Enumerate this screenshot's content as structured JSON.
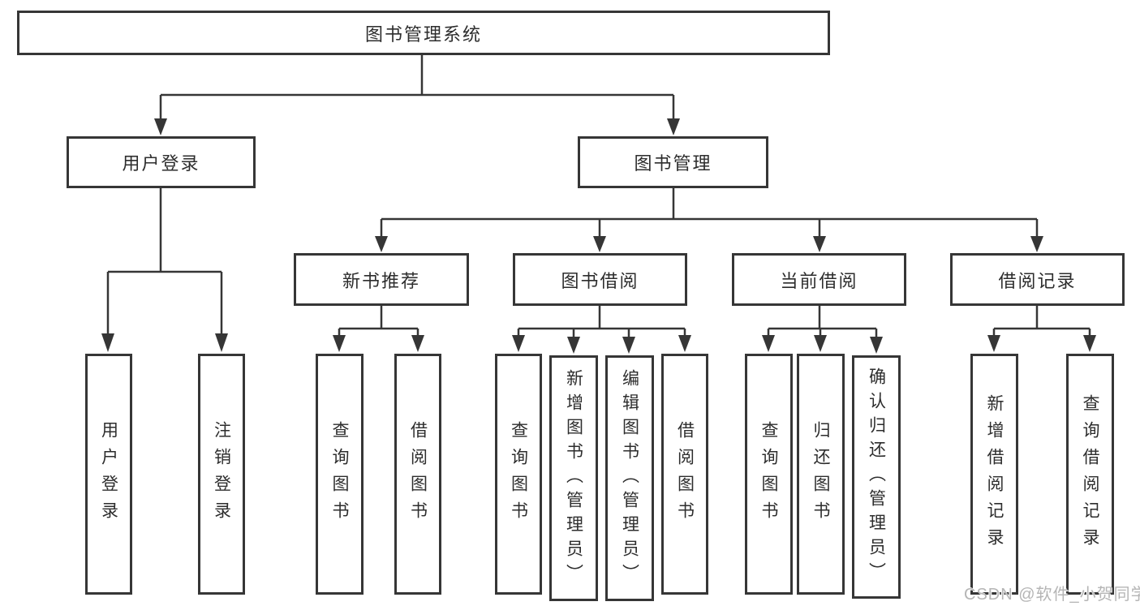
{
  "diagram": {
    "root": {
      "label": "图书管理系统"
    },
    "branches": [
      {
        "label": "用户登录",
        "children": [
          {
            "label": "用户登录"
          },
          {
            "label": "注销登录"
          }
        ]
      },
      {
        "label": "图书管理",
        "children": [
          {
            "label": "新书推荐",
            "children": [
              {
                "label": "查询图书"
              },
              {
                "label": "借阅图书"
              }
            ]
          },
          {
            "label": "图书借阅",
            "children": [
              {
                "label": "查询图书"
              },
              {
                "label": "新增图书（管理员）"
              },
              {
                "label": "编辑图书（管理员）"
              },
              {
                "label": "借阅图书"
              }
            ]
          },
          {
            "label": "当前借阅",
            "children": [
              {
                "label": "查询图书"
              },
              {
                "label": "归还图书"
              },
              {
                "label": "确认归还（管理员）"
              }
            ]
          },
          {
            "label": "借阅记录",
            "children": [
              {
                "label": "新增借阅记录"
              },
              {
                "label": "查询借阅记录"
              }
            ]
          }
        ]
      }
    ],
    "watermark": "CSDN @软件_小贺同学",
    "colors": {
      "line": "#363636",
      "box_border": "#363636",
      "text": "#2d2d2d",
      "watermark": "#b5b5b5",
      "background": "#ffffff"
    }
  }
}
